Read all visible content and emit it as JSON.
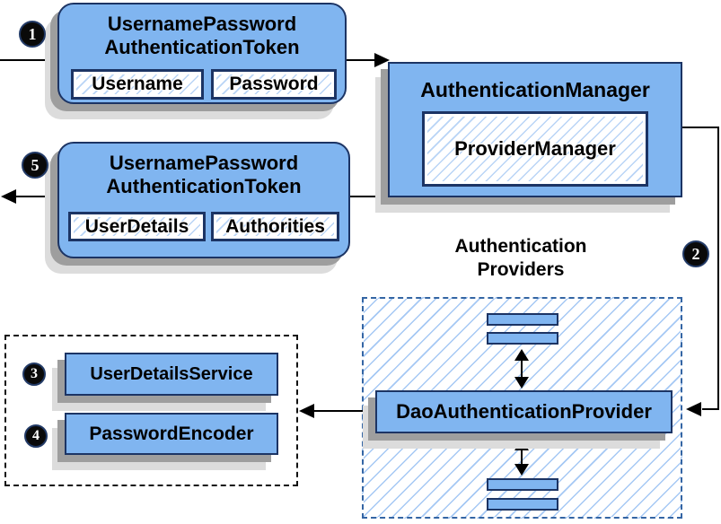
{
  "colors": {
    "node_fill": "#80b5f0",
    "node_border": "#1c3464",
    "hatch_line": "#a5c8f4",
    "providers_group_border": "#3465a4",
    "services_group_border": "#111111",
    "shadow_dark": "#9e9e9e",
    "shadow_light": "#dcdcdc",
    "connector": "#000000",
    "badge_bg": "#0a0a0a",
    "badge_text": "#ffffff"
  },
  "steps": {
    "s1": "1",
    "s2": "2",
    "s3": "3",
    "s4": "4",
    "s5": "5"
  },
  "request_token": {
    "title_line1": "UsernamePassword",
    "title_line2": "AuthenticationToken",
    "field_username": "Username",
    "field_password": "Password"
  },
  "auth_manager": {
    "title": "AuthenticationManager",
    "provider_manager": "ProviderManager"
  },
  "result_token": {
    "title_line1": "UsernamePassword",
    "title_line2": "AuthenticationToken",
    "field_user_details": "UserDetails",
    "field_authorities": "Authorities"
  },
  "providers": {
    "heading_line1": "Authentication",
    "heading_line2": "Providers",
    "dao_provider": "DaoAuthenticationProvider"
  },
  "services": {
    "user_details_service": "UserDetailsService",
    "password_encoder": "PasswordEncoder"
  }
}
